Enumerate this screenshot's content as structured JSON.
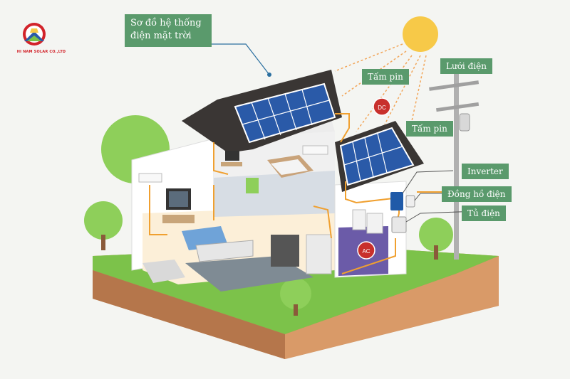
{
  "logo": {
    "text": "HI NAM SOLAR CO.,LTD"
  },
  "title": {
    "line1": "Sơ đồ hệ thống",
    "line2": "điện mặt trời"
  },
  "labels": {
    "panel_top": "Tấm pin",
    "panel_right": "Tấm pin",
    "grid": "Lưới điện",
    "inverter": "Inverter",
    "meter": "Đồng hồ điện",
    "cabinet": "Tủ điện",
    "dc": "DC",
    "ac": "AC"
  },
  "colors": {
    "accent_green": "#5a9a6c",
    "sun": "#f7c948",
    "panel": "#2a5aa8",
    "roof": "#3a3634",
    "wire": "#f0a030",
    "badge_red": "#c8302c",
    "grass": "#7cc24a",
    "soil": "#c9895a"
  }
}
